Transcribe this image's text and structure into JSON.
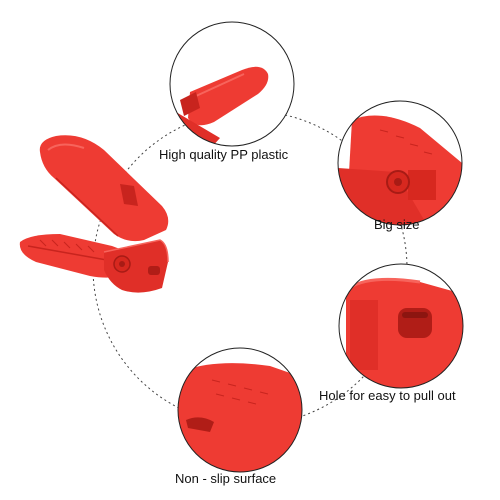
{
  "colors": {
    "product": "#ee3b33",
    "product_shadow": "#c8241e",
    "product_light": "#f7645c",
    "ring_line": "#444444",
    "callout_border": "#222222",
    "background": "#ffffff"
  },
  "product_image": {
    "icon": "shoe-stacker-icon"
  },
  "callouts": [
    {
      "label": "High quality PP plastic",
      "icon": "pp-plastic-closeup-icon"
    },
    {
      "label": "Big size",
      "icon": "hinge-closeup-icon"
    },
    {
      "label": "Hole for easy to pull out",
      "icon": "pull-hole-closeup-icon"
    },
    {
      "label": "Non - slip surface",
      "icon": "nonslip-surface-closeup-icon"
    }
  ]
}
